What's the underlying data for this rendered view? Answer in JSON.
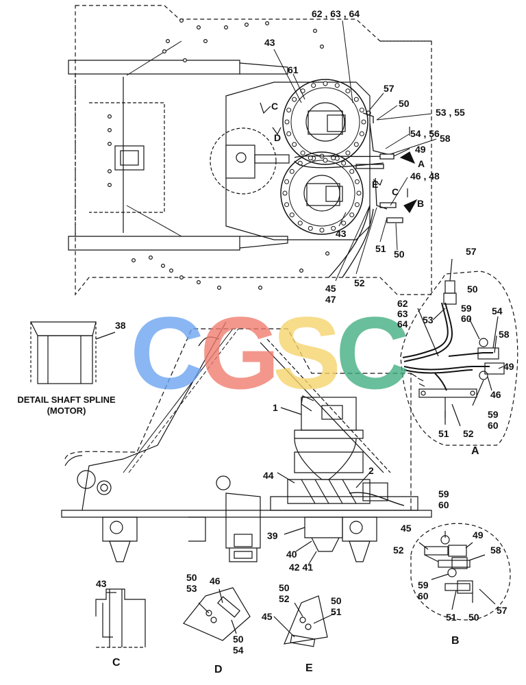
{
  "watermark": {
    "letters": [
      "C",
      "G",
      "S",
      "C"
    ],
    "colors": [
      "#6aa3f0",
      "#f07b6c",
      "#f6d36a",
      "#3fae7f"
    ]
  },
  "labels": {
    "l62_63_64_top": "62 , 63 , 64",
    "l43_top": "43",
    "l61": "61",
    "l57_top": "57",
    "l50_top": "50",
    "l53_55": "53 , 55",
    "lC_mark": "C",
    "lD_mark": "D",
    "l54_56": "54 , 56",
    "l58_top": "58",
    "l49_top": "49",
    "lA_arrow": "A",
    "l46_48": "46 , 48",
    "lE_mark": "E",
    "lC_mark2": "C",
    "lB_arrow": "B",
    "l43_mid": "43",
    "l51_mid": "51",
    "l50_mid": "50",
    "l45": "45",
    "l47": "47",
    "l52_mid": "52",
    "a57": "57",
    "a50": "50",
    "a62": "62",
    "a63": "63",
    "a64": "64",
    "a53": "53",
    "a59": "59",
    "a60": "60",
    "a54": "54",
    "a58": "58",
    "a49": "49",
    "a46": "46",
    "a59b": "59",
    "a60b": "60",
    "a51": "51",
    "a52": "52",
    "aA": "A",
    "l38": "38",
    "detail1": "DETAIL SHAFT SPLINE",
    "detail2": "(MOTOR)",
    "l1": "1",
    "l2": "2",
    "l44": "44",
    "l39": "39",
    "l40": "40",
    "l42_41": "42 41",
    "b59": "59",
    "b60": "60",
    "b45": "45",
    "b49": "49",
    "b52": "52",
    "b58": "58",
    "b59b": "59",
    "b60b": "60",
    "b51": "51",
    "b50": "50",
    "b57": "57",
    "bB": "B",
    "c43": "43",
    "cC": "C",
    "d50": "50",
    "d53": "53",
    "d46": "46",
    "d50b": "50",
    "d54": "54",
    "dD": "D",
    "e50": "50",
    "e52": "52",
    "e50b": "50",
    "e51": "51",
    "e45": "45",
    "eE": "E"
  }
}
